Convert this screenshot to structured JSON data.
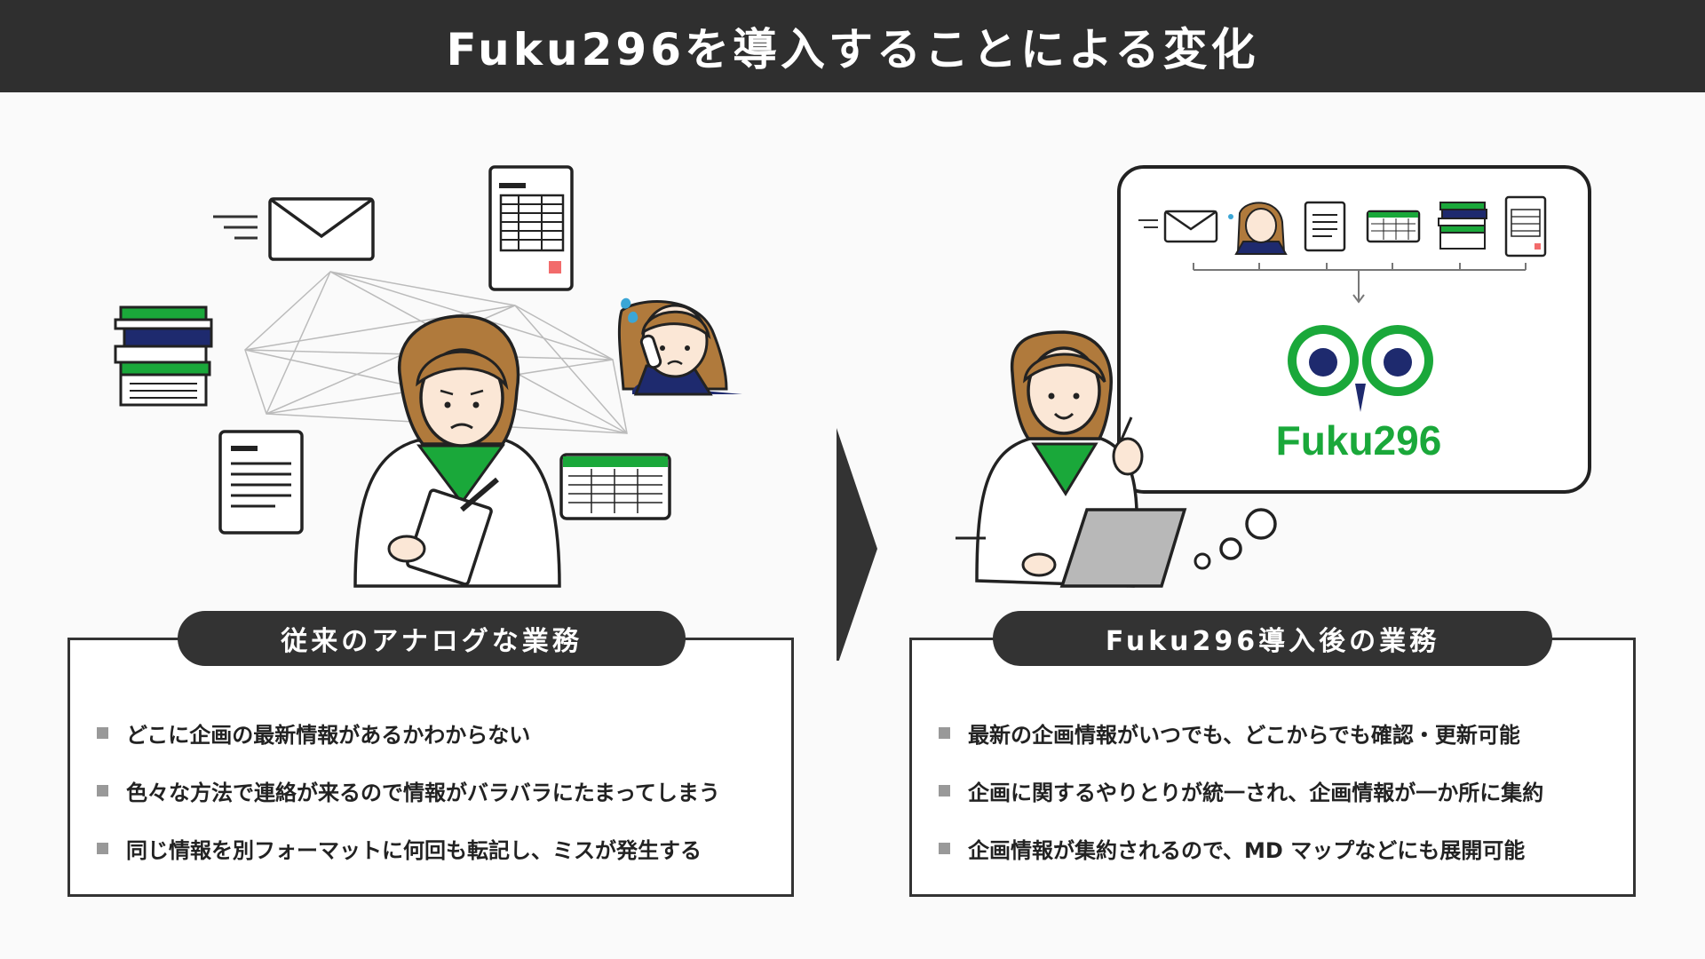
{
  "header": {
    "title": "Fuku296を導入することによる変化"
  },
  "left": {
    "title": "従来のアナログな業務",
    "items": [
      "どこに企画の最新情報があるかわからない",
      "色々な方法で連絡が来るので情報がバラバラにたまってしまう",
      "同じ情報を別フォーマットに何回も転記し、ミスが発生する"
    ]
  },
  "right": {
    "title": "Fuku296導入後の業務",
    "items": [
      "最新の企画情報がいつでも、どこからでも確認・更新可能",
      "企画に関するやりとりが統一され、企画情報が一か所に集約",
      "企画情報が集約されるので、MD マップなどにも展開可能"
    ]
  },
  "logo": {
    "text": "Fuku296"
  },
  "colors": {
    "header_bg": "#2f2f2f",
    "accent_green": "#1aa83a",
    "navy": "#1e2a6e",
    "skin": "#fbe7d6",
    "hair": "#b07a3c"
  },
  "icons": [
    "envelope-icon",
    "document-icon",
    "spreadsheet-icon",
    "binders-icon",
    "phone-woman-icon",
    "owl-logo-icon",
    "laptop-icon",
    "chevron-right-icon"
  ]
}
